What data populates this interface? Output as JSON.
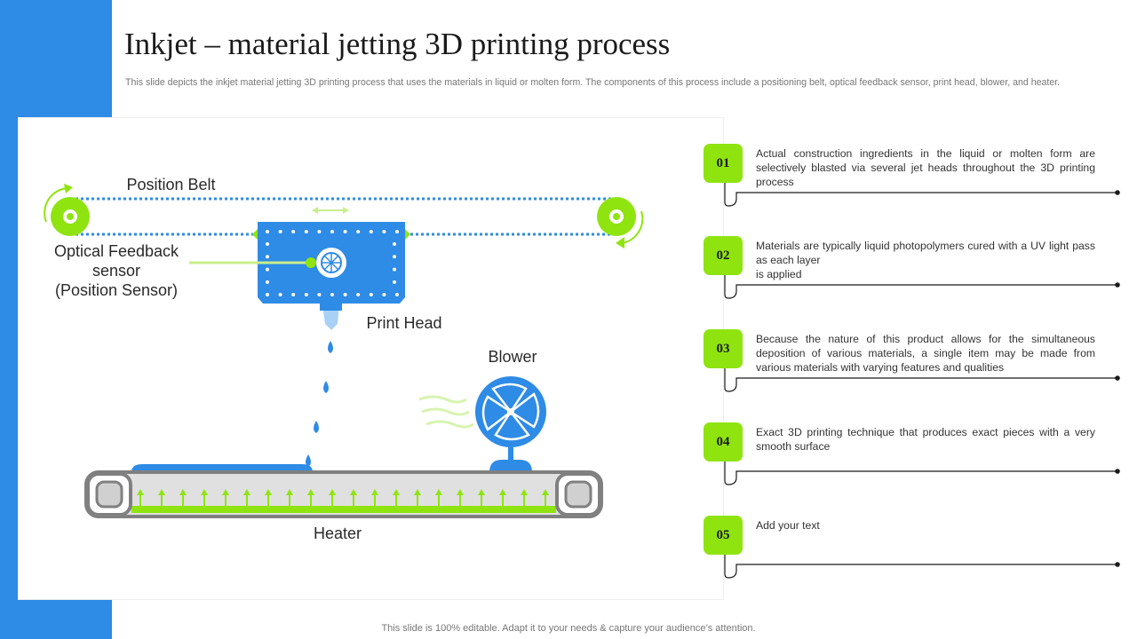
{
  "slide": {
    "title": "Inkjet – material jetting 3D printing process",
    "subtitle": "This slide depicts the inkjet material jetting 3D printing process that uses the materials in liquid or molten form. The components of this process include a positioning belt, optical feedback sensor, print head, blower, and heater.",
    "footer": "This slide is 100% editable. Adapt it to your needs & capture your audience’s attention."
  },
  "diagram": {
    "labels": {
      "position_belt": "Position Belt",
      "optical_sensor": "Optical Feedback\nsensor\n(Position Sensor)",
      "print_head": "Print Head",
      "blower": "Blower",
      "heater": "Heater"
    }
  },
  "steps": [
    {
      "number": "01",
      "text": "Actual construction ingredients in the liquid or molten form are selectively blasted via several jet heads throughout the 3D printing process"
    },
    {
      "number": "02",
      "text": "Materials are typically liquid photopolymers cured with a UV light pass as each layer\nis applied"
    },
    {
      "number": "03",
      "text": "Because the nature of this product allows for the simultaneous deposition of various materials, a single item may be made from various materials with varying features and qualities"
    },
    {
      "number": "04",
      "text": "Exact 3D printing technique that produces exact pieces with a very smooth surface"
    },
    {
      "number": "05",
      "text": "Add your text"
    }
  ],
  "colors": {
    "blue": "#2e8be6",
    "green": "#8fe410",
    "gray": "#808080"
  }
}
